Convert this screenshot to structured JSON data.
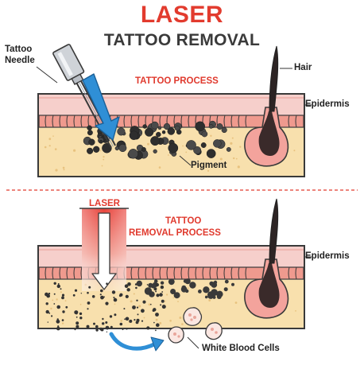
{
  "title": "LASER",
  "subtitle": "TATTOO REMOVAL",
  "top_panel": {
    "process_label": "TATTOO PROCESS",
    "needle_label_line1": "Tattoo",
    "needle_label_line2": "Needle",
    "hair_label": "Hair",
    "epidermis_label": "Epidermis",
    "pigment_label": "Pigment"
  },
  "bottom_panel": {
    "laser_label": "LASER",
    "process_label_line1": "TATTOO",
    "process_label_line2": "REMOVAL PROCESS",
    "epidermis_label": "Epidermis",
    "wbc_label": "White Blood Cells"
  },
  "colors": {
    "accent_red": "#e23b2e",
    "skin_pink": "#f7d3cf",
    "dermis_yellow": "#f7dfa8",
    "needle_arrow_blue": "#2f8fd6"
  }
}
